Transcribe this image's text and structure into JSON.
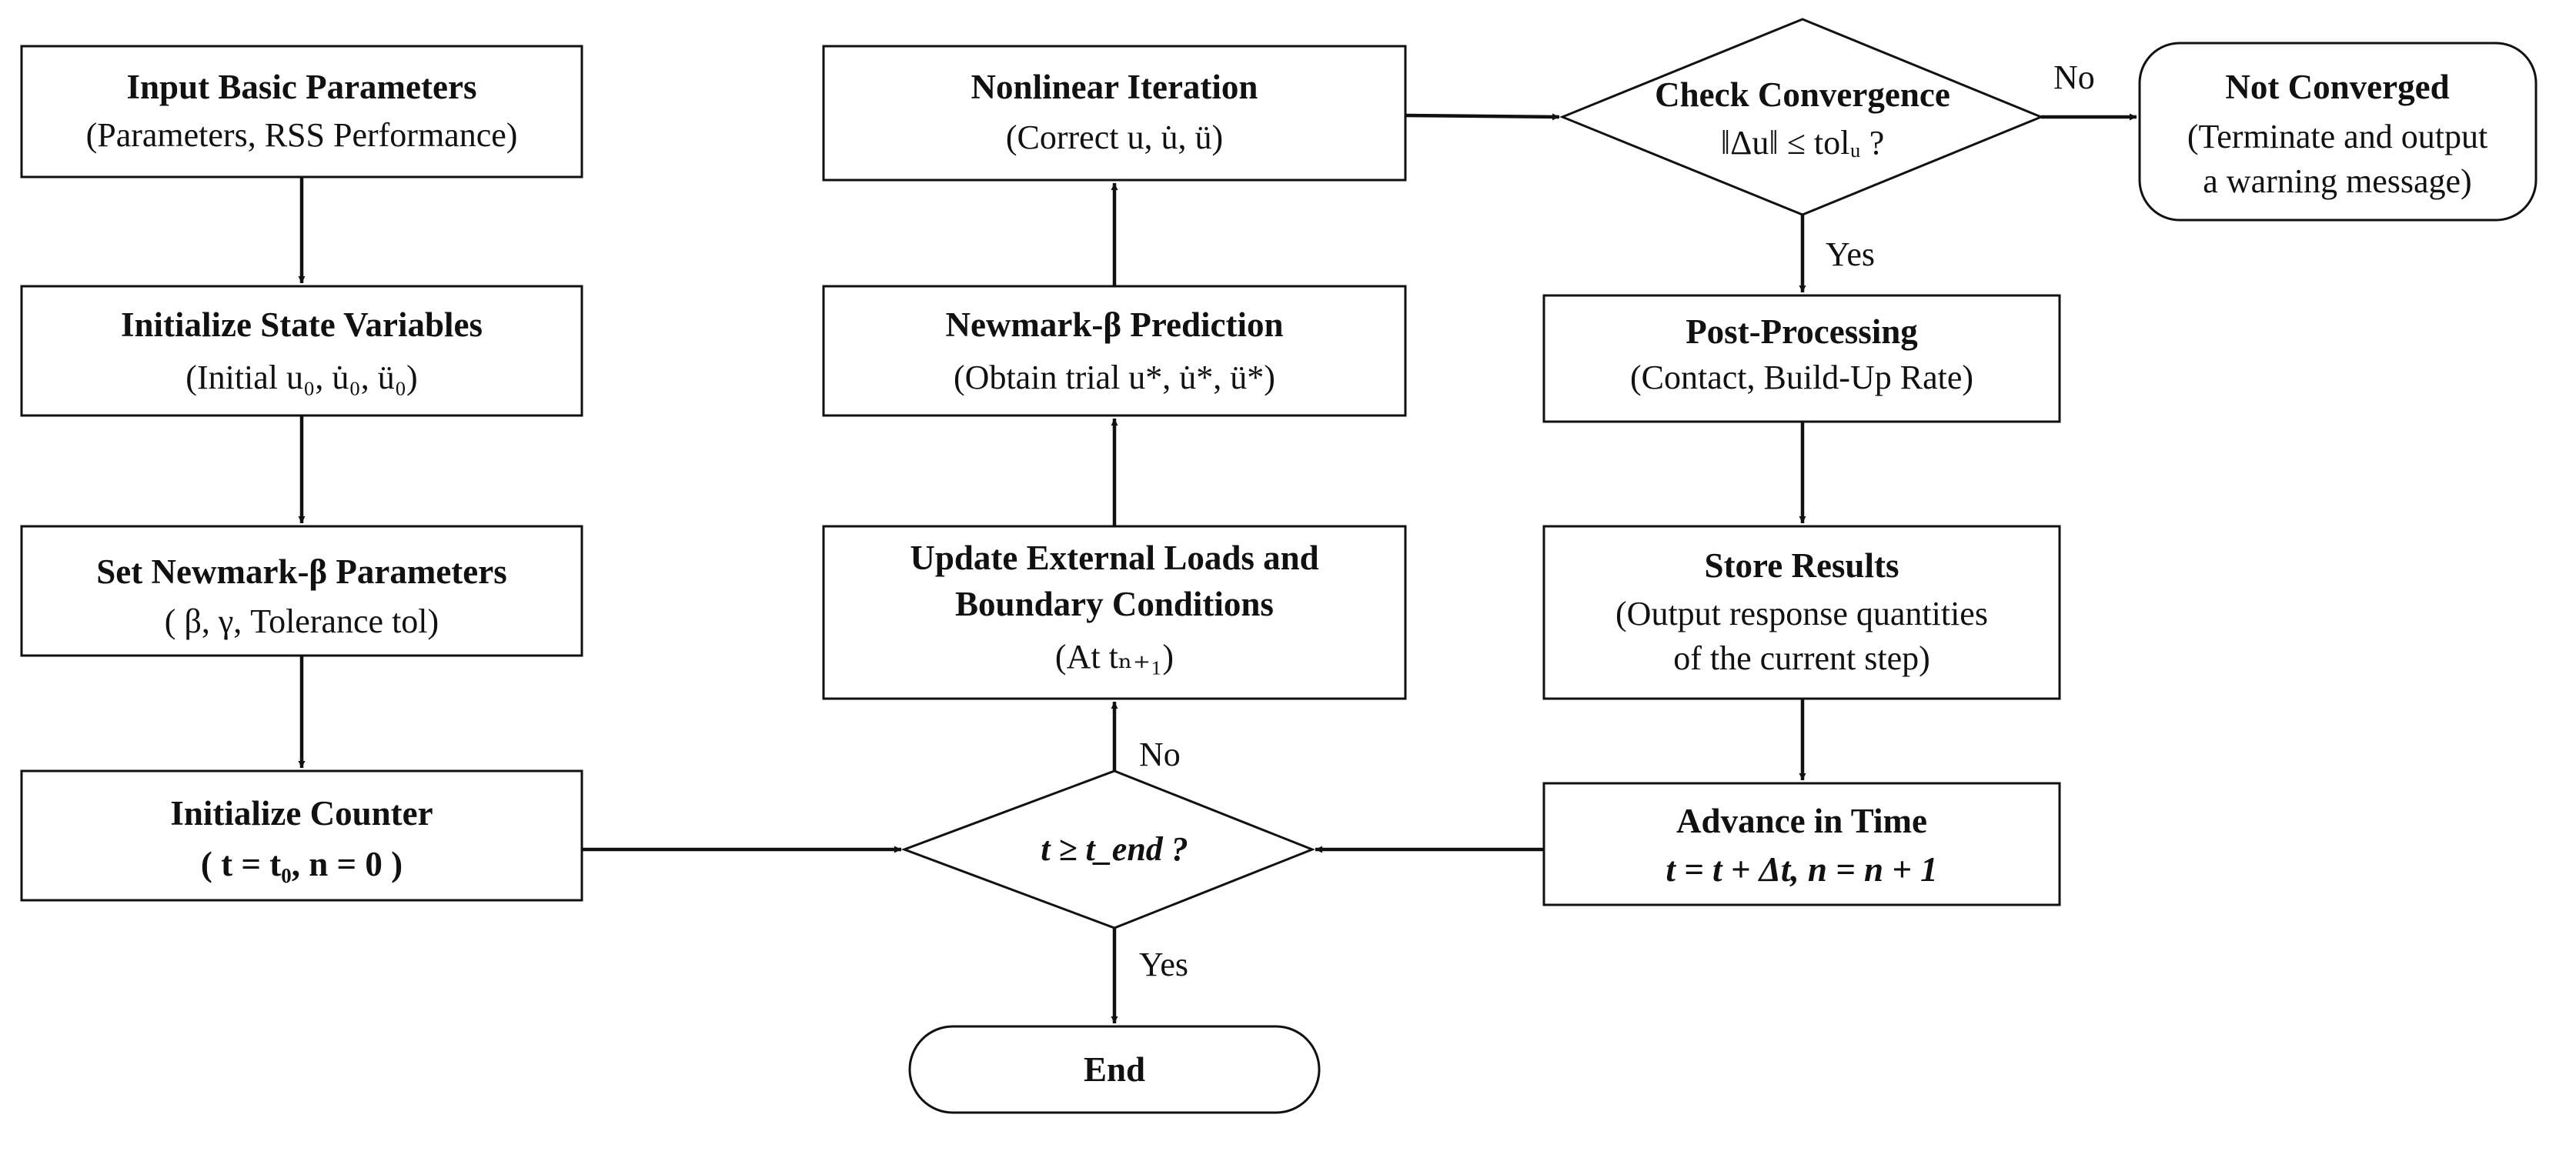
{
  "diagram": {
    "nodes": {
      "input_params": {
        "title": "Input Basic Parameters",
        "subtitle": "(Parameters, RSS Performance)"
      },
      "init_state": {
        "title": "Initialize State Variables",
        "subtitle": "(Initial u₀,  u̇₀,  ü₀)"
      },
      "set_newmark": {
        "title": "Set Newmark-β Parameters",
        "subtitle": "( β,  γ,  Tolerance tol)"
      },
      "init_counter": {
        "title": "Initialize Counter",
        "subtitle": "( t = t₀,   n = 0 )"
      },
      "nonlinear_iter": {
        "title": "Nonlinear Iteration",
        "subtitle": "(Correct u,  u̇,  ü)"
      },
      "prediction": {
        "title": "Newmark-β Prediction",
        "subtitle": "(Obtain trial u*,  u̇*,  ü*)"
      },
      "update_loads": {
        "title_line1": "Update External Loads and",
        "title_line2": "Boundary Conditions",
        "subtitle": "(At tₙ₊₁)"
      },
      "check_conv": {
        "title": "Check Convergence",
        "subtitle": "‖Δu‖ ≤ tolᵤ  ?"
      },
      "not_converged": {
        "title": "Not Converged",
        "line1": "(Terminate and output",
        "line2": "a warning message)"
      },
      "post_processing": {
        "title": "Post-Processing",
        "subtitle": "(Contact, Build-Up Rate)"
      },
      "store_results": {
        "title": "Store Results",
        "line1": "(Output response quantities",
        "line2": "of the current step)"
      },
      "advance_time": {
        "title": "Advance in Time",
        "subtitle": "t = t + Δt,    n = n + 1"
      },
      "time_check": {
        "label": "t ≥ t_end ?"
      },
      "end": {
        "title": "End"
      }
    },
    "edge_labels": {
      "conv_no": "No",
      "conv_yes": "Yes",
      "time_no": "No",
      "time_yes": "Yes"
    }
  }
}
